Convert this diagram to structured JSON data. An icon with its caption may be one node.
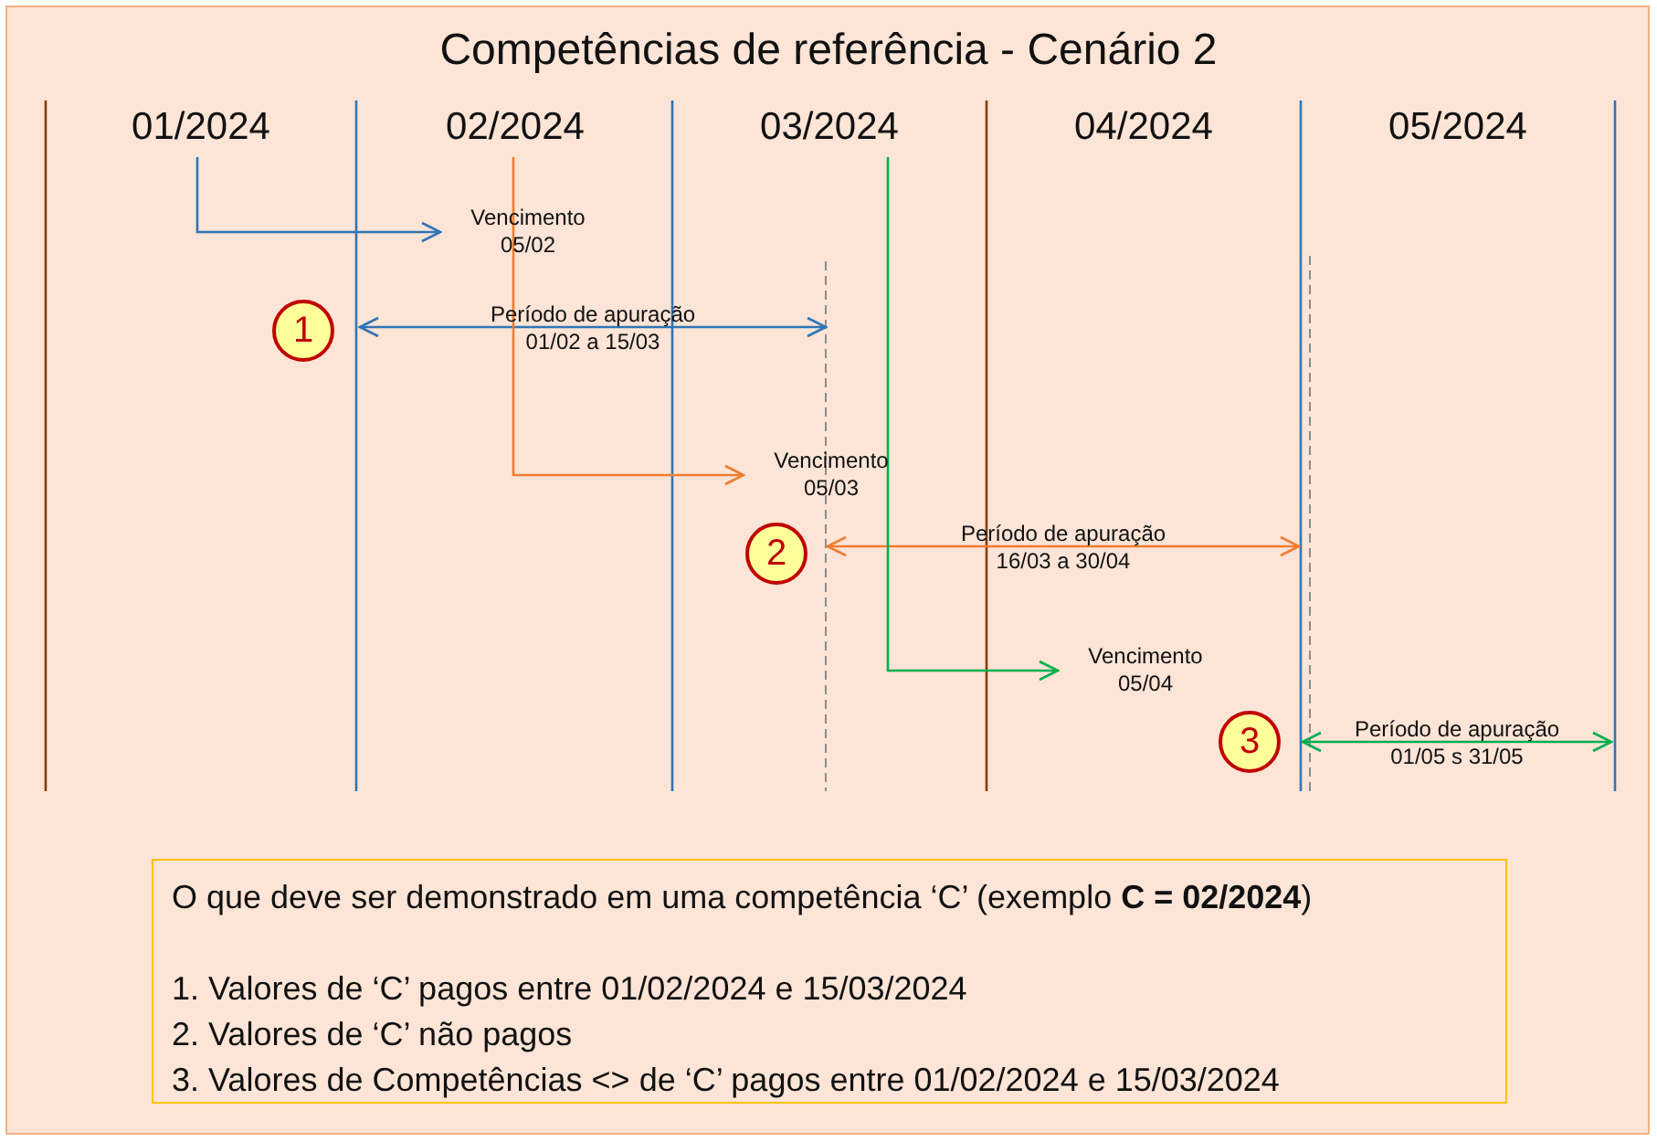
{
  "diagram": {
    "title": "Competências de referência - Cenário 2",
    "nodes": [
      {
        "text": [
          "01/2024"
        ]
      },
      {
        "text": [
          "02/2024"
        ]
      },
      {
        "text": [
          "03/2024"
        ]
      },
      {
        "text": [
          "04/2024"
        ]
      },
      {
        "text": [
          "05/2024"
        ]
      },
      {
        "text": [
          "Vencimento 05/02"
        ]
      },
      {
        "text": [
          "Vencimento 05/03"
        ]
      },
      {
        "text": [
          "Vencimento 05/04"
        ]
      },
      {
        "text": [
          "1"
        ]
      },
      {
        "text": [
          "2"
        ]
      },
      {
        "text": [
          "3"
        ]
      },
      {
        "text": [
          "O que deve ser demonstrado em uma competência ‘C’ (exemplo  **C = 02/2024**)",
          "1. Valores de ‘C’ pagos entre 01/02/2024 e 15/03/2024",
          "2. Valores de ‘C’ não pagos",
          "3. Valores de Competências <> de ‘C’ pagos entre 01/02/2024 e 15/03/2024"
        ]
      }
    ],
    "edges": [
      {
        "from": 0,
        "to": 5,
        "arrow": "to",
        "color": "#2e75b6"
      },
      {
        "from": 1,
        "to": 6,
        "arrow": "to",
        "color": "#ed7d31"
      },
      {
        "from": 2,
        "to": 7,
        "arrow": "to",
        "color": "#00b050"
      }
    ],
    "labels": [
      "Período de apuração 01/02 a 15/03",
      "Período de apuração 16/03 a 30/04",
      "Período de apuração 01/05 s 31/05"
    ]
  }
}
